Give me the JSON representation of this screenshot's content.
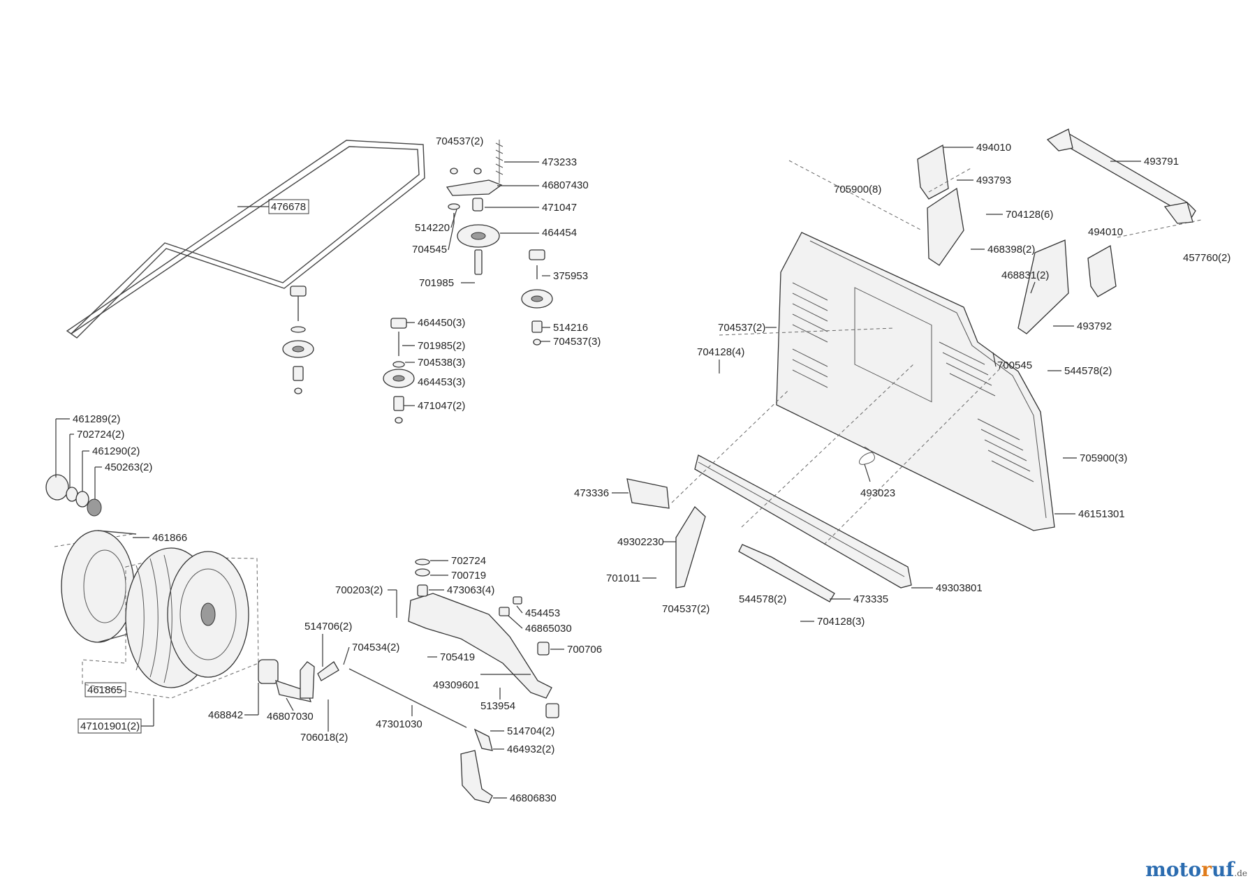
{
  "labels": [
    "704537(2)",
    "473233",
    "46807430",
    "471047",
    "514220",
    "464454",
    "704545",
    "375953",
    "701985",
    "514216",
    "704537(3)",
    "464450(3)",
    "701985(2)",
    "704538(3)",
    "464453(3)",
    "471047(2)",
    "476678",
    "494010",
    "493791",
    "493793",
    "705900(8)",
    "704128(6)",
    "468398(2)",
    "494010",
    "457760(2)",
    "468831(2)",
    "493792",
    "704537(2)",
    "704128(4)",
    "700545",
    "544578(2)",
    "705900(3)",
    "493023",
    "46151301",
    "473336",
    "49302230",
    "701011",
    "704537(2)",
    "544578(2)",
    "473335",
    "49303801",
    "704128(3)",
    "461289(2)",
    "702724(2)",
    "461290(2)",
    "450263(2)",
    "461866",
    "461865",
    "47101901(2)",
    "468842",
    "46807030",
    "706018(2)",
    "514706(2)",
    "704534(2)",
    "702724",
    "700719",
    "700203(2)",
    "473063(4)",
    "454453",
    "46865030",
    "700706",
    "705419",
    "49309601",
    "513954",
    "47301030",
    "514704(2)",
    "464932(2)",
    "46806830"
  ],
  "watermark": {
    "a": "moto",
    "b": "r",
    "c": "uf",
    "d": ".de"
  }
}
